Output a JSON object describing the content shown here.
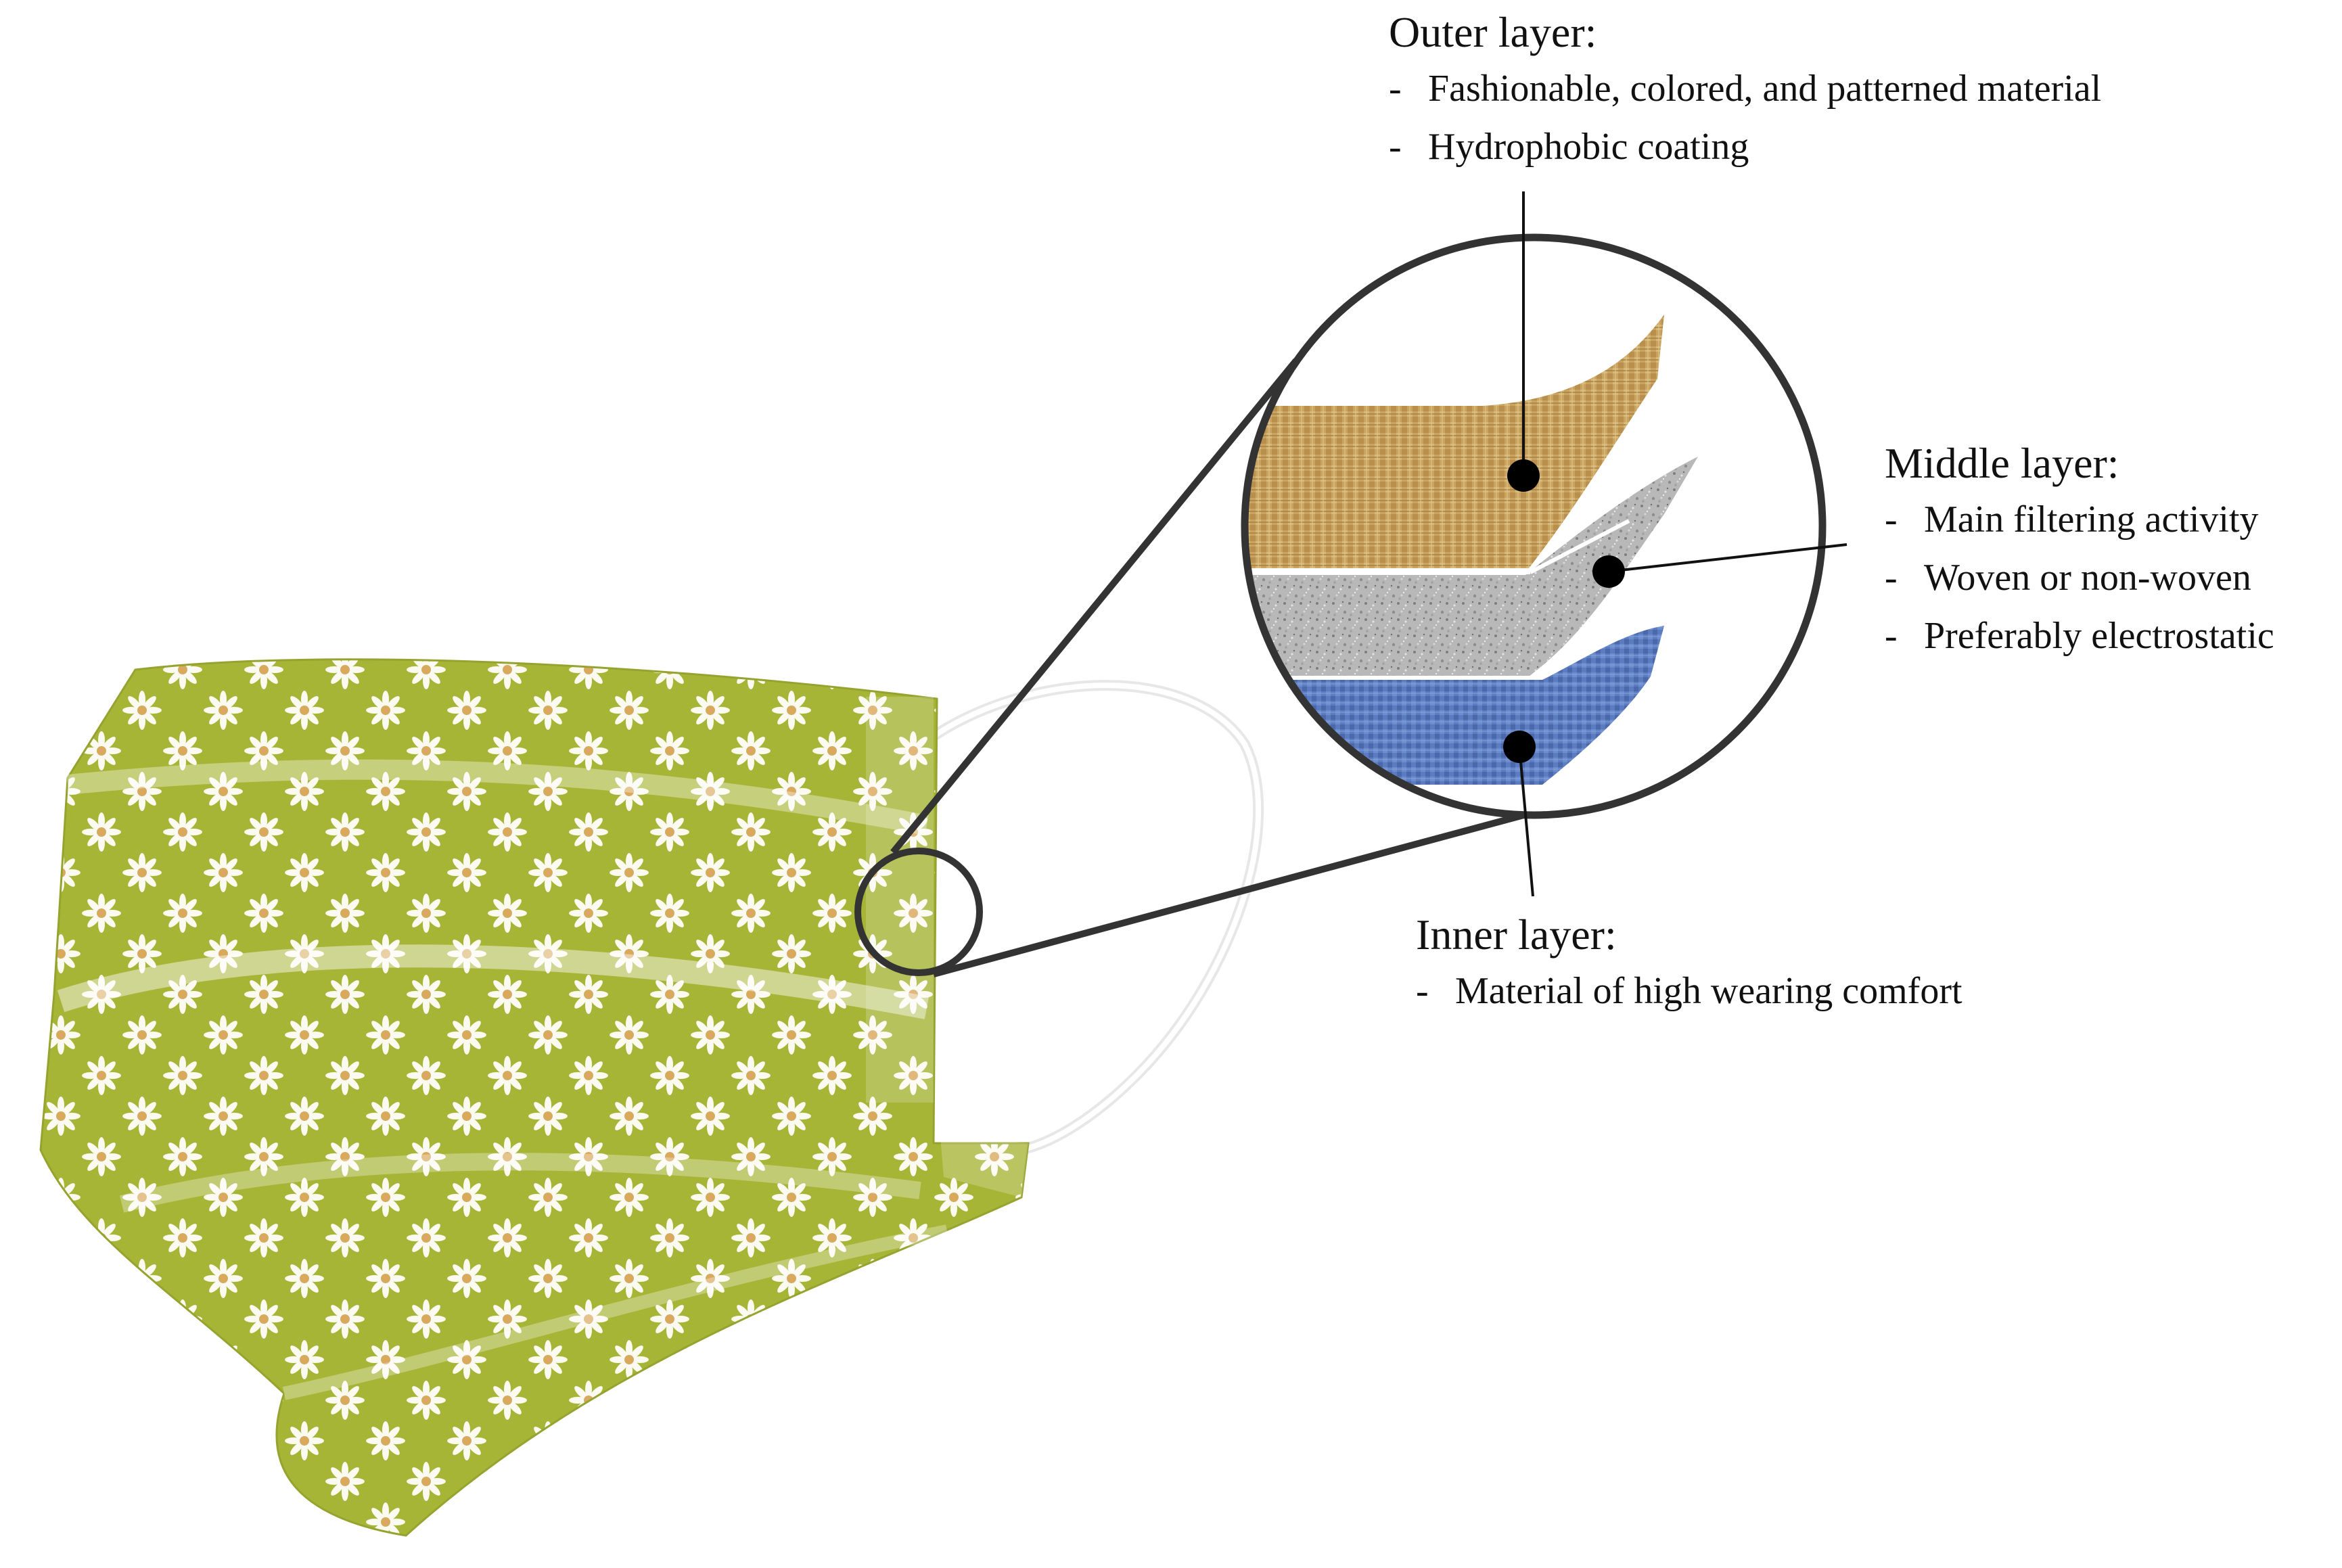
{
  "outer": {
    "title": "Outer layer:",
    "items": [
      "Fashionable, colored, and patterned material",
      "Hydrophobic coating"
    ]
  },
  "middle": {
    "title": "Middle layer:",
    "items": [
      "Main filtering activity",
      "Woven or non-woven",
      "Preferably electrostatic"
    ]
  },
  "inner": {
    "title": "Inner layer:",
    "items": [
      "Material of high wearing comfort"
    ]
  },
  "bullet": "-",
  "colors": {
    "mask_fabric": "#a7b537",
    "flower_petal": "#fbfaf1",
    "flower_center": "#d9a95e",
    "outer_layer": "#c9a35f",
    "middle_layer": "#b4b4b4",
    "inner_layer": "#5b7cc0",
    "outline": "#333333"
  },
  "icons": [
    "mask-illustration",
    "magnifier-circle",
    "fabric-layer-swatches"
  ]
}
